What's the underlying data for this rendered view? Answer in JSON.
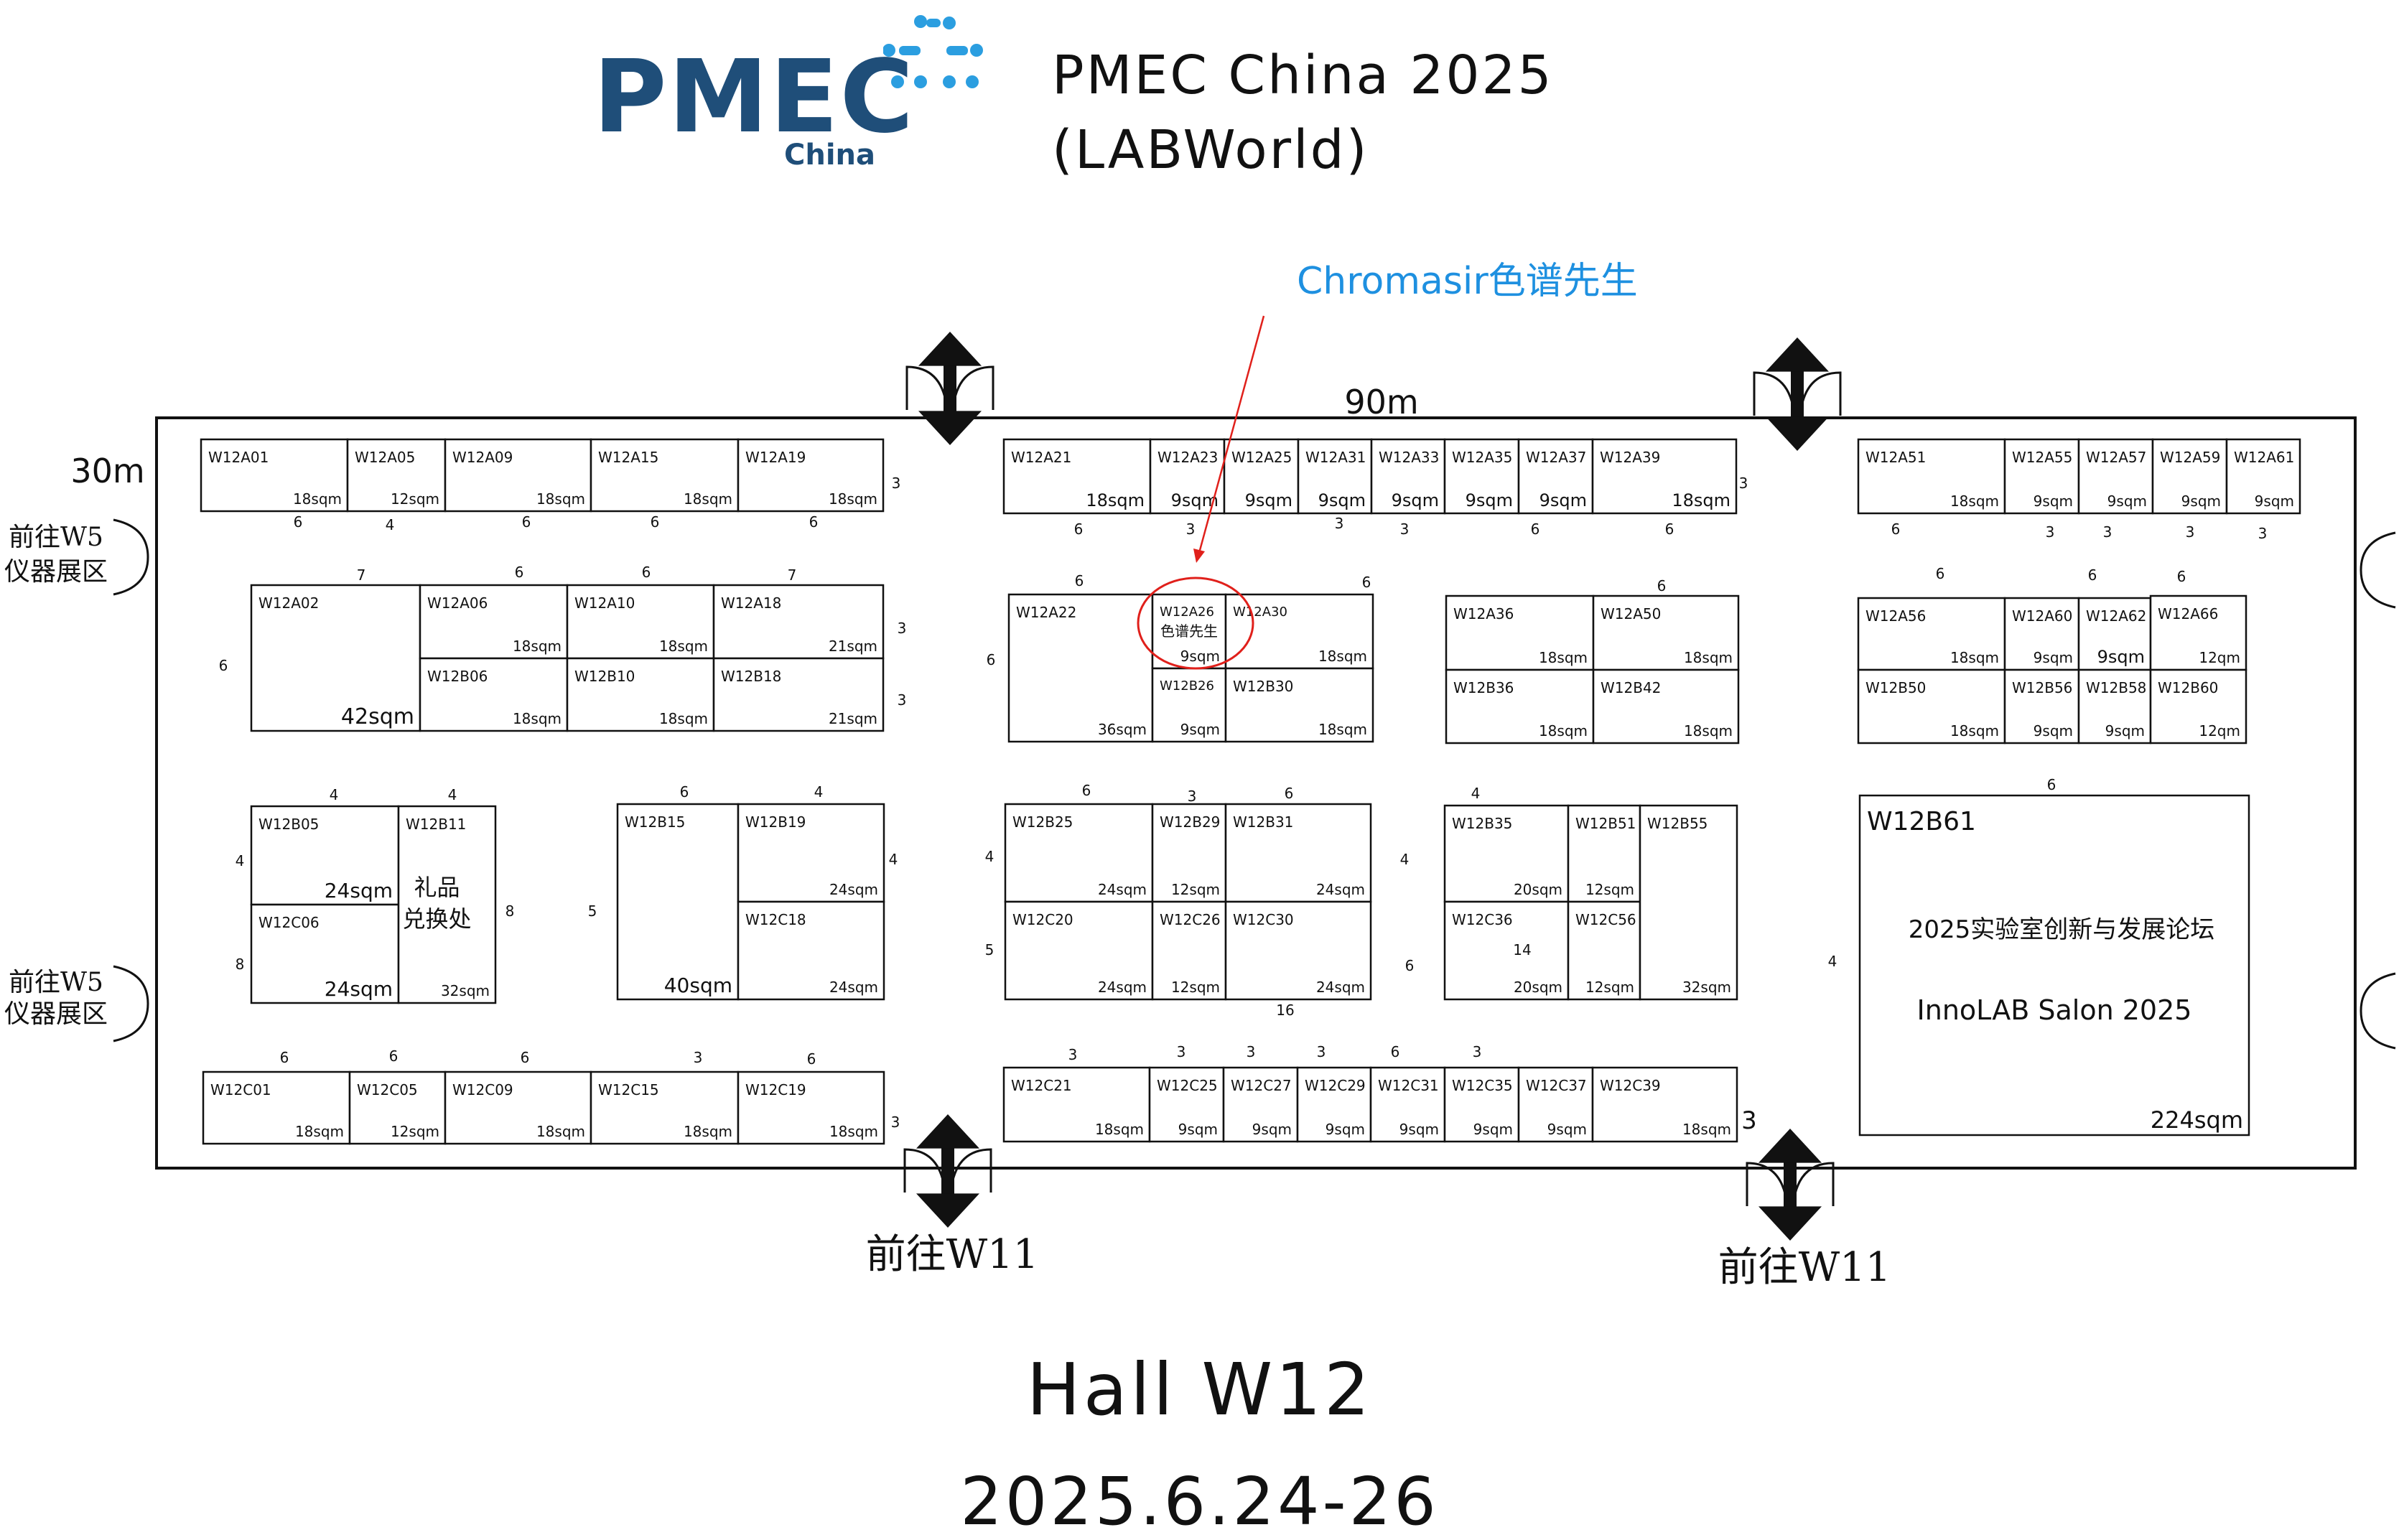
{
  "header": {
    "logo_text": "PMEC",
    "logo_sub": "China",
    "title_line1": "PMEC China 2025",
    "title_line2": "(LABWorld)"
  },
  "callout": {
    "label": "Chromasir色谱先生"
  },
  "hall": {
    "name": "Hall W12",
    "dates": "2025.6.24-26"
  },
  "dimensions": {
    "length": "90m",
    "width": "30m"
  },
  "exits": {
    "w5": "前往W5仪器展区",
    "w11": "前往W11"
  },
  "colors": {
    "logo": "#1f4e79",
    "dots": "#2b9ee0",
    "callout": "#1e90e0",
    "highlight": "#e0201b",
    "line": "#111111"
  },
  "booths": [
    {
      "id": "W12A01",
      "area": "18sqm"
    },
    {
      "id": "W12A05",
      "area": "12sqm"
    },
    {
      "id": "W12A09",
      "area": "18sqm"
    },
    {
      "id": "W12A15",
      "area": "18sqm"
    },
    {
      "id": "W12A19",
      "area": "18sqm"
    },
    {
      "id": "W12A21",
      "area": "18sqm"
    },
    {
      "id": "W12A23",
      "area": "9sqm"
    },
    {
      "id": "W12A25",
      "area": "9sqm"
    },
    {
      "id": "W12A31",
      "area": "9sqm"
    },
    {
      "id": "W12A33",
      "area": "9sqm"
    },
    {
      "id": "W12A35",
      "area": "9sqm"
    },
    {
      "id": "W12A37",
      "area": "9sqm"
    },
    {
      "id": "W12A39",
      "area": "18sqm"
    },
    {
      "id": "W12A51",
      "area": "18sqm"
    },
    {
      "id": "W12A55",
      "area": "9sqm"
    },
    {
      "id": "W12A57",
      "area": "9sqm"
    },
    {
      "id": "W12A59",
      "area": "9sqm"
    },
    {
      "id": "W12A61",
      "area": "9sqm"
    },
    {
      "id": "W12A02",
      "area": "42sqm"
    },
    {
      "id": "W12A06",
      "area": "18sqm"
    },
    {
      "id": "W12A10",
      "area": "18sqm"
    },
    {
      "id": "W12A18",
      "area": "21sqm"
    },
    {
      "id": "W12B06",
      "area": "18sqm"
    },
    {
      "id": "W12B10",
      "area": "18sqm"
    },
    {
      "id": "W12B18",
      "area": "21sqm"
    },
    {
      "id": "W12A22",
      "area": "36sqm"
    },
    {
      "id": "W12A26",
      "area": "9sqm",
      "note": "色谱先生"
    },
    {
      "id": "W12A30",
      "area": "18sqm"
    },
    {
      "id": "W12B26",
      "area": "9sqm"
    },
    {
      "id": "W12B30",
      "area": "18sqm"
    },
    {
      "id": "W12A36",
      "area": "18sqm"
    },
    {
      "id": "W12A50",
      "area": "18sqm"
    },
    {
      "id": "W12B36",
      "area": "18sqm"
    },
    {
      "id": "W12B42",
      "area": "18sqm"
    },
    {
      "id": "W12A56",
      "area": "18sqm"
    },
    {
      "id": "W12A60",
      "area": "9sqm"
    },
    {
      "id": "W12A62",
      "area": "9sqm"
    },
    {
      "id": "W12A66",
      "area": "12qm"
    },
    {
      "id": "W12B50",
      "area": "18sqm"
    },
    {
      "id": "W12B56",
      "area": "9sqm"
    },
    {
      "id": "W12B58",
      "area": "9sqm"
    },
    {
      "id": "W12B60",
      "area": "12qm"
    },
    {
      "id": "W12B05",
      "area": "24sqm"
    },
    {
      "id": "W12B11",
      "area": "32sqm",
      "note": "礼品兑换处"
    },
    {
      "id": "W12C06",
      "area": "24sqm"
    },
    {
      "id": "W12B15",
      "area": "40sqm"
    },
    {
      "id": "W12B19",
      "area": "24sqm"
    },
    {
      "id": "W12C18",
      "area": "24sqm"
    },
    {
      "id": "W12B25",
      "area": "24sqm"
    },
    {
      "id": "W12B29",
      "area": "12sqm"
    },
    {
      "id": "W12B31",
      "area": "24sqm"
    },
    {
      "id": "W12C20",
      "area": "24sqm"
    },
    {
      "id": "W12C26",
      "area": "12sqm"
    },
    {
      "id": "W12C30",
      "area": "24sqm"
    },
    {
      "id": "W12B35",
      "area": "20sqm"
    },
    {
      "id": "W12B51",
      "area": "12sqm"
    },
    {
      "id": "W12B55",
      "area": "32sqm"
    },
    {
      "id": "W12C36",
      "area": "20sqm"
    },
    {
      "id": "W12C56",
      "area": "12sqm"
    },
    {
      "id": "W12B61",
      "area": "224sqm",
      "note": "2025实验室创新与发展论坛",
      "note2": "InnoLAB Salon 2025"
    },
    {
      "id": "W12C01",
      "area": "18sqm"
    },
    {
      "id": "W12C05",
      "area": "12sqm"
    },
    {
      "id": "W12C09",
      "area": "18sqm"
    },
    {
      "id": "W12C15",
      "area": "18sqm"
    },
    {
      "id": "W12C19",
      "area": "18sqm"
    },
    {
      "id": "W12C21",
      "area": "18sqm"
    },
    {
      "id": "W12C25",
      "area": "9sqm"
    },
    {
      "id": "W12C27",
      "area": "9sqm"
    },
    {
      "id": "W12C29",
      "area": "9sqm"
    },
    {
      "id": "W12C31",
      "area": "9sqm"
    },
    {
      "id": "W12C35",
      "area": "9sqm"
    },
    {
      "id": "W12C37",
      "area": "9sqm"
    },
    {
      "id": "W12C39",
      "area": "18sqm"
    }
  ],
  "dim_labels": [
    "6",
    "4",
    "6",
    "6",
    "6",
    "3",
    "6",
    "3",
    "3",
    "3",
    "6",
    "6",
    "3",
    "6",
    "3",
    "3",
    "3",
    "3",
    "7",
    "6",
    "6",
    "7",
    "6",
    "3",
    "3",
    "6",
    "6",
    "6",
    "6",
    "6",
    "6",
    "6",
    "4",
    "4",
    "4",
    "8",
    "8",
    "5",
    "6",
    "4",
    "6",
    "3",
    "6",
    "4",
    "4",
    "5",
    "4",
    "4",
    "6",
    "16",
    "14",
    "6",
    "4",
    "6",
    "6",
    "6",
    "3",
    "6",
    "3",
    "3",
    "3",
    "3",
    "3",
    "6",
    "3"
  ]
}
